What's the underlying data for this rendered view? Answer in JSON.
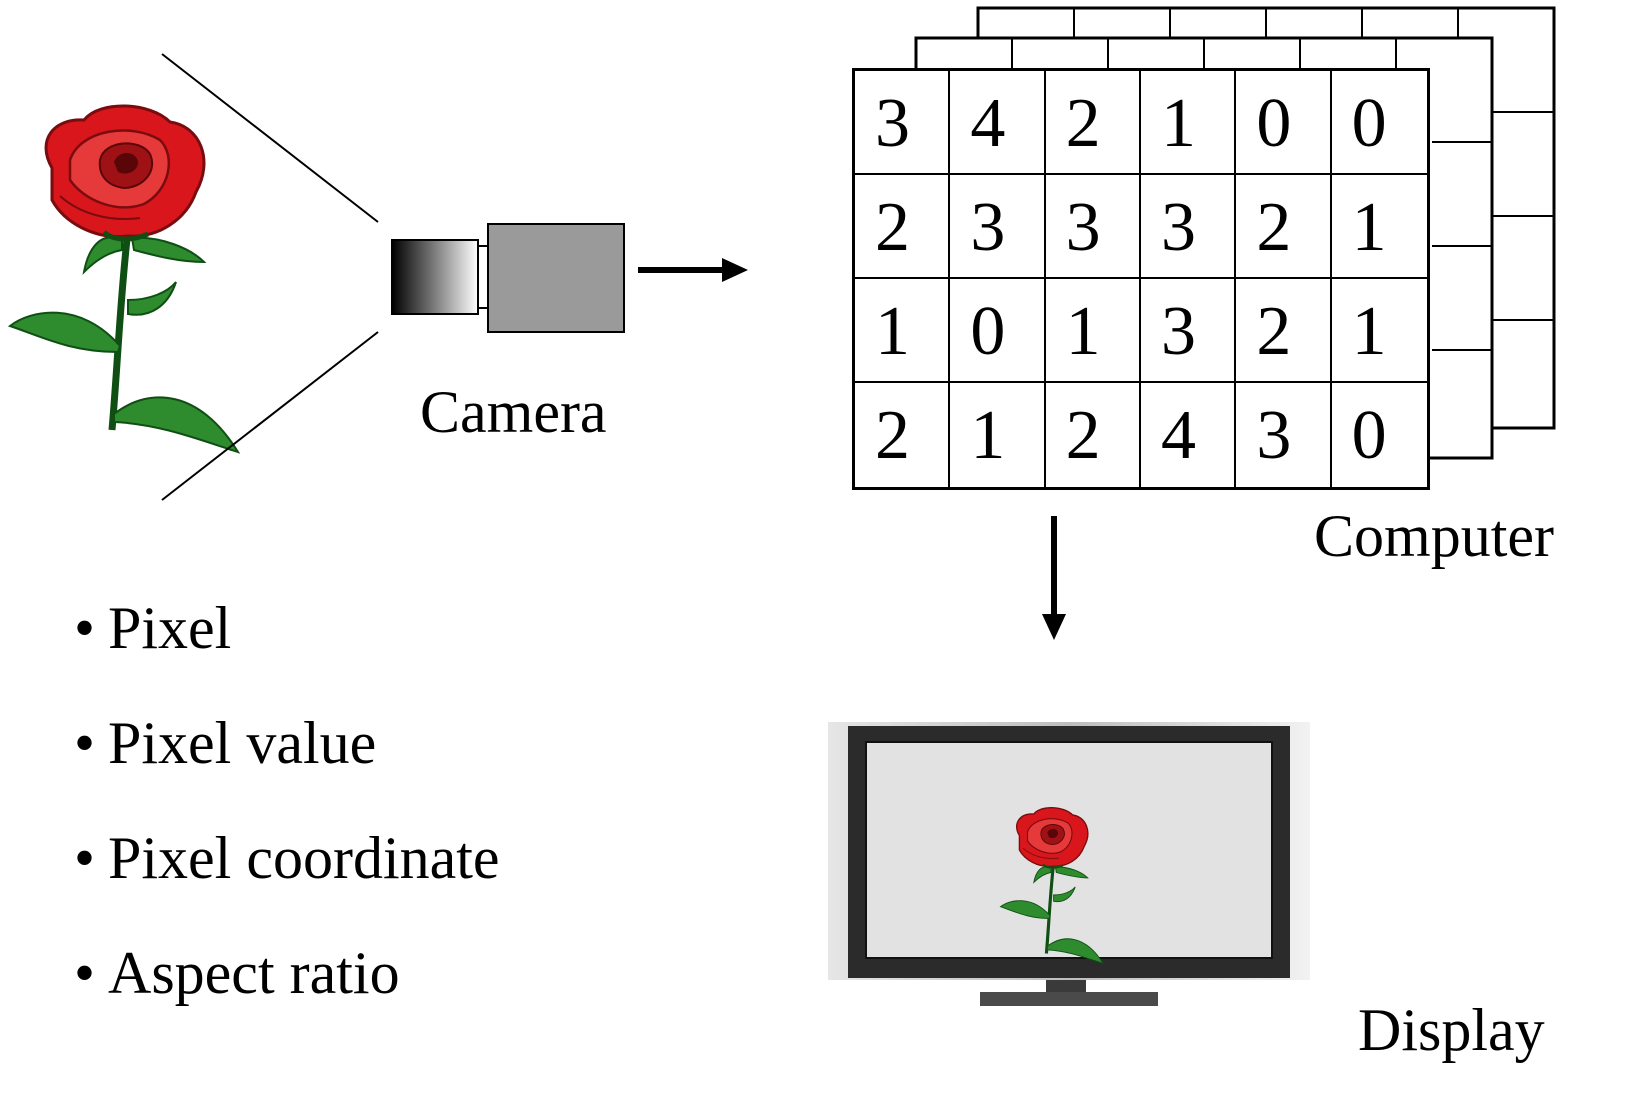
{
  "labels": {
    "camera": "Camera",
    "computer": "Computer",
    "display": "Display"
  },
  "bullets": [
    "Pixel",
    "Pixel value",
    "Pixel coordinate",
    "Aspect ratio"
  ],
  "bullet_glyph": "•",
  "pixel_grid": [
    [
      "3",
      "4",
      "2",
      "1",
      "0",
      "0"
    ],
    [
      "2",
      "3",
      "3",
      "3",
      "2",
      "1"
    ],
    [
      "1",
      "0",
      "1",
      "3",
      "2",
      "1"
    ],
    [
      "2",
      "1",
      "2",
      "4",
      "3",
      "0"
    ]
  ],
  "colors": {
    "rose_red": "#d8161b",
    "rose_dark": "#7a0c10",
    "leaf_green": "#2e8b2e",
    "stem_green": "#0f4f14",
    "camera_body": "#9a9a9a",
    "screen_bg": "#e2e2e2",
    "tv_frame": "#2b2b2b",
    "tv_bezel": "#c8c8c8"
  },
  "icons": [
    "rose-icon",
    "camera-icon",
    "arrow-right-icon",
    "arrow-down-icon",
    "tv-display-icon"
  ]
}
